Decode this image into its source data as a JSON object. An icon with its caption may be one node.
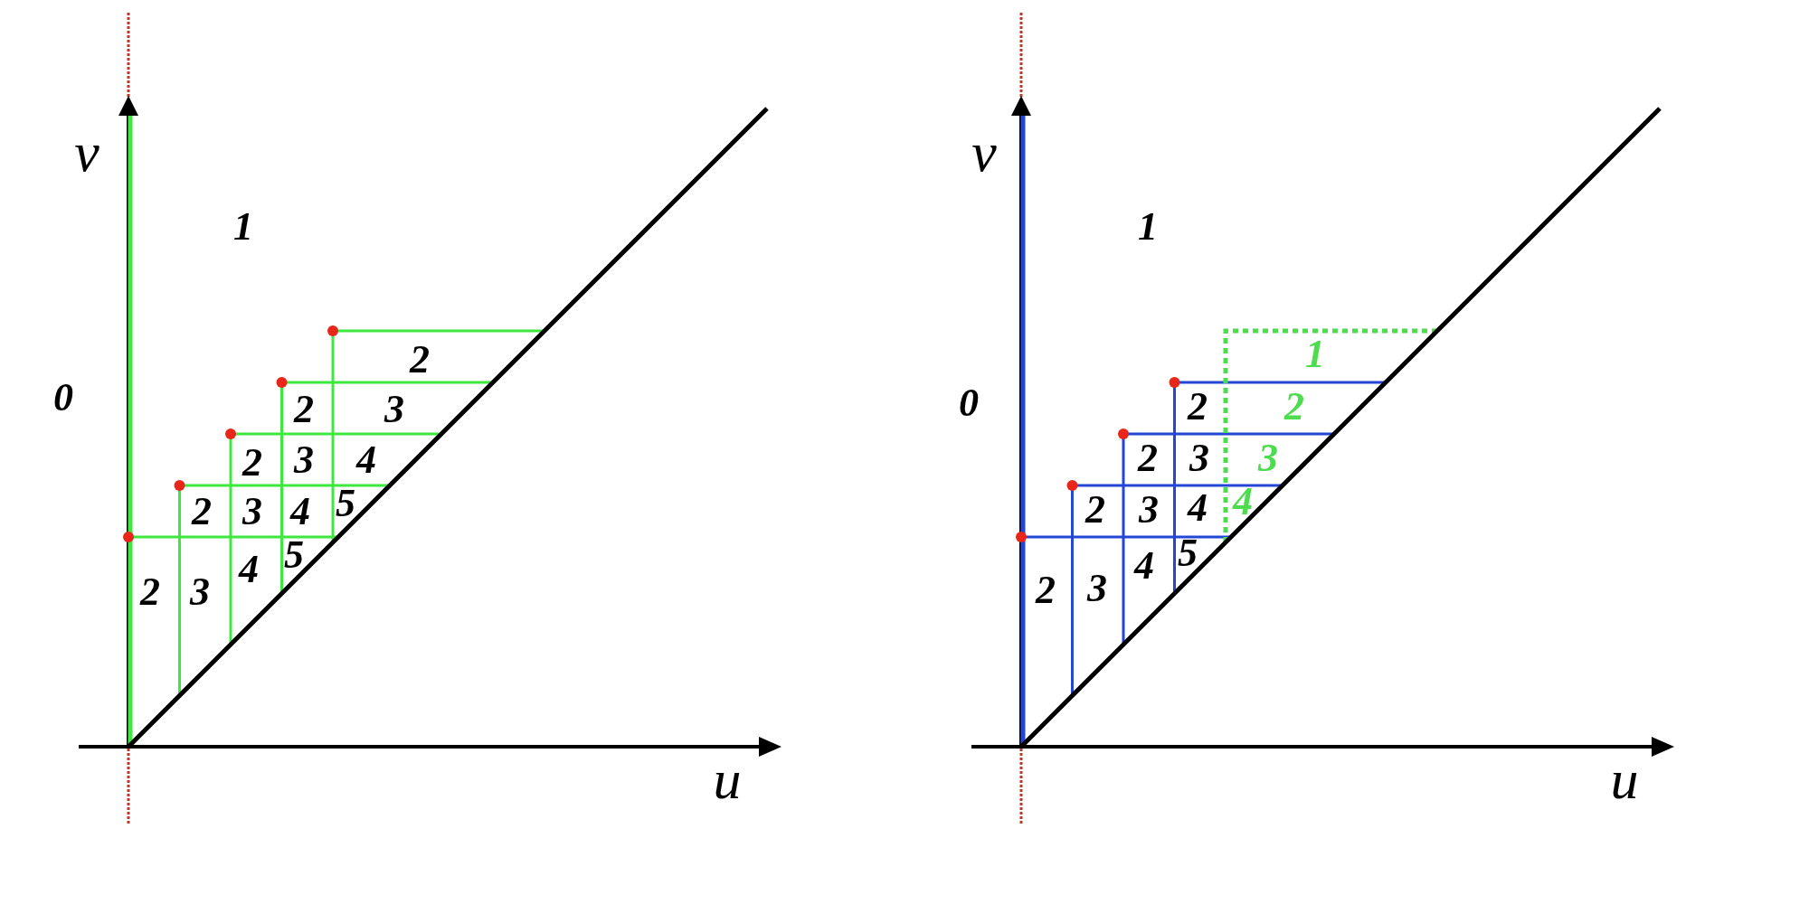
{
  "diagram": {
    "labels": [
      "v",
      "1",
      "0",
      "2",
      "2",
      "3",
      "2",
      "3",
      "4",
      "2",
      "3",
      "4",
      "5",
      "2",
      "3",
      "4",
      "5",
      "u",
      "v",
      "1",
      "0",
      "1",
      "2",
      "2",
      "2",
      "3",
      "3",
      "2",
      "3",
      "4",
      "4",
      "2",
      "3",
      "4",
      "5",
      "u"
    ]
  }
}
